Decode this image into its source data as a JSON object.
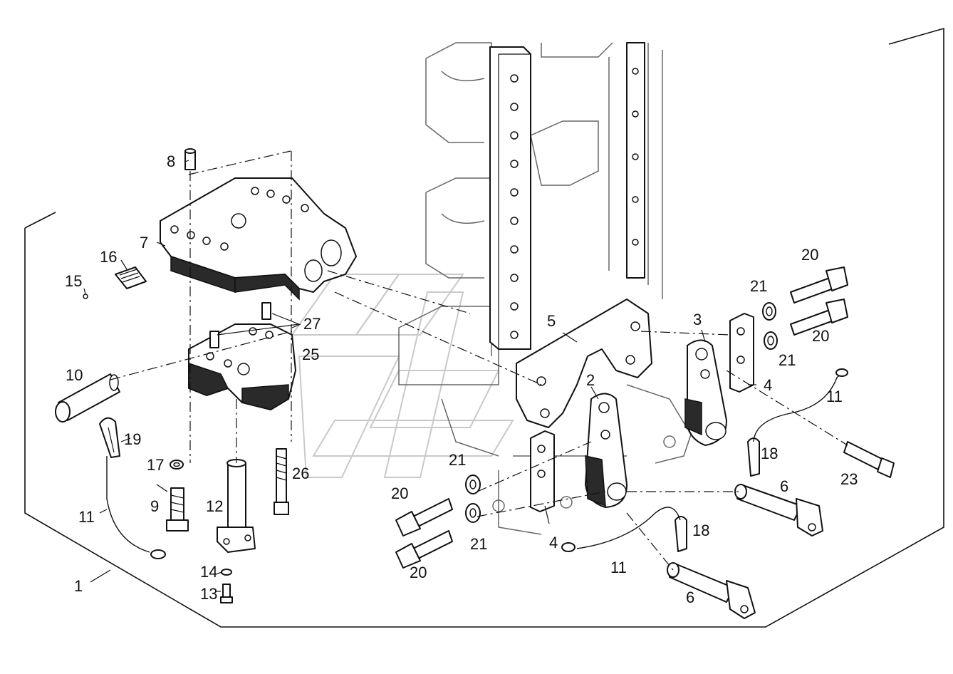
{
  "figure": {
    "callouts": [
      {
        "id": "c1",
        "text": "1"
      },
      {
        "id": "c2",
        "text": "2"
      },
      {
        "id": "c3",
        "text": "3"
      },
      {
        "id": "c4a",
        "text": "4"
      },
      {
        "id": "c4b",
        "text": "4"
      },
      {
        "id": "c5",
        "text": "5"
      },
      {
        "id": "c6a",
        "text": "6"
      },
      {
        "id": "c6b",
        "text": "6"
      },
      {
        "id": "c7",
        "text": "7"
      },
      {
        "id": "c8",
        "text": "8"
      },
      {
        "id": "c9",
        "text": "9"
      },
      {
        "id": "c10",
        "text": "10"
      },
      {
        "id": "c11a",
        "text": "11"
      },
      {
        "id": "c11b",
        "text": "11"
      },
      {
        "id": "c11c",
        "text": "11"
      },
      {
        "id": "c12",
        "text": "12"
      },
      {
        "id": "c13",
        "text": "13"
      },
      {
        "id": "c14",
        "text": "14"
      },
      {
        "id": "c15",
        "text": "15"
      },
      {
        "id": "c16",
        "text": "16"
      },
      {
        "id": "c17",
        "text": "17"
      },
      {
        "id": "c18a",
        "text": "18"
      },
      {
        "id": "c18b",
        "text": "18"
      },
      {
        "id": "c19",
        "text": "19"
      },
      {
        "id": "c20a",
        "text": "20"
      },
      {
        "id": "c20b",
        "text": "20"
      },
      {
        "id": "c20c",
        "text": "20"
      },
      {
        "id": "c20d",
        "text": "20"
      },
      {
        "id": "c21a",
        "text": "21"
      },
      {
        "id": "c21b",
        "text": "21"
      },
      {
        "id": "c21c",
        "text": "21"
      },
      {
        "id": "c21d",
        "text": "21"
      },
      {
        "id": "c23",
        "text": "23"
      },
      {
        "id": "c25",
        "text": "25"
      },
      {
        "id": "c26",
        "text": "26"
      },
      {
        "id": "c27",
        "text": "27"
      }
    ]
  }
}
